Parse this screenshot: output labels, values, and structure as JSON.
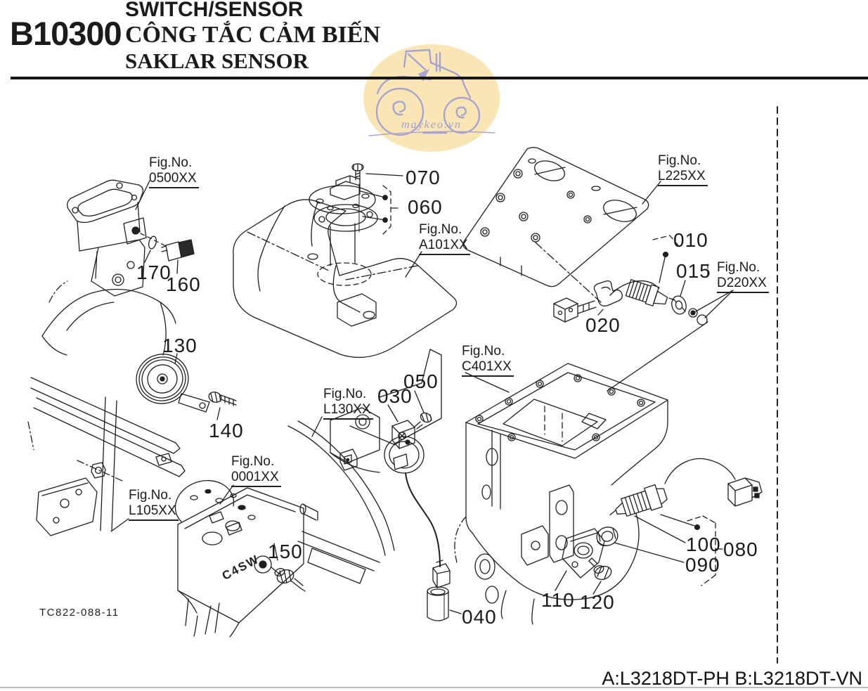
{
  "header": {
    "code": "B10300",
    "title_en": "SWITCH/SENSOR",
    "title_vi": "CÔNG TẮC CẢM BIẾN",
    "title_id": "SAKLAR SENSOR"
  },
  "watermark": {
    "site": "maykeo.vn"
  },
  "labels": {
    "fig_prefix": "Fig.No."
  },
  "figures": {
    "f0500": "0500XX",
    "fA101": "A101XX",
    "fL225": "L225XX",
    "fD220": "D220XX",
    "fC401": "C401XX",
    "fL130": "L130XX",
    "f0001": "0001XX",
    "fL105": "L105XX"
  },
  "parts": {
    "n010": "010",
    "n015": "015",
    "n020": "020",
    "n030": "030",
    "n040": "040",
    "n050": "050",
    "n060": "060",
    "n070": "070",
    "n080": "080",
    "n090": "090",
    "n100": "100",
    "n110": "110",
    "n120": "120",
    "n130": "130",
    "n140": "140",
    "n150": "150",
    "n160": "160",
    "n170": "170"
  },
  "engine_block_marking": "C4SW",
  "footer": {
    "drawing_code": "TC822-088-11",
    "models": "A:L3218DT-PH B:L3218DT-VN"
  },
  "colors": {
    "line": "#1f1f1f",
    "watermark_bg": "#fae6b4",
    "watermark_line": "#a6a4d4"
  }
}
